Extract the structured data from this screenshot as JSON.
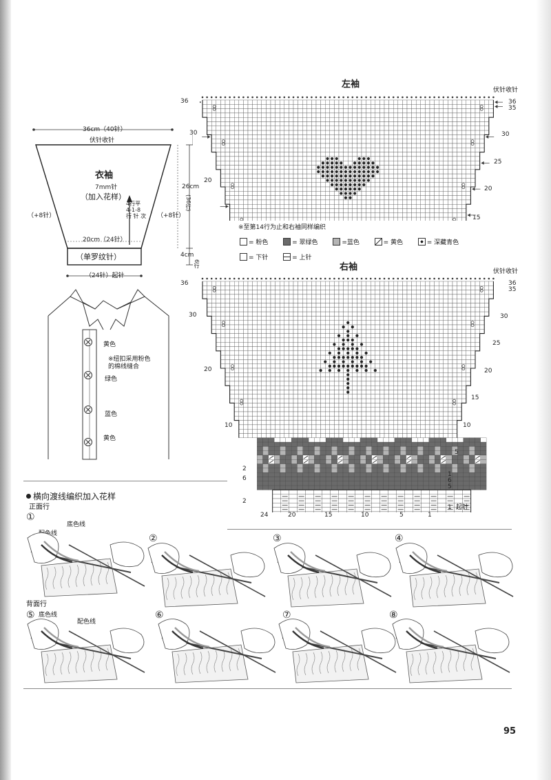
{
  "page": {
    "number": "95"
  },
  "sleeve": {
    "top_width": "36cm（40针）",
    "bind_off": "伏针收针",
    "title": "衣袖",
    "needle": "7mm针",
    "pattern": "（加入花样）",
    "increase_label": "4行平\n4-1-8\n行 针 次",
    "side_left": "（+8针）",
    "side_right": "（+8针）",
    "height_total": "26cm",
    "height_rows": "(36行)",
    "bottom_width": "20cm（24针）",
    "rib_label": "（单罗纹针）",
    "rib_height": "4cm",
    "rib_rows": "6行",
    "cast_on": "（24针）起针"
  },
  "shirt": {
    "buttons": [
      "黄色",
      "绿色",
      "蓝色",
      "黄色"
    ],
    "note": "※纽扣采用粉色\n的棉线缝合"
  },
  "left_chart": {
    "title": "左袖",
    "bind_off": "伏针收针",
    "left_rows": [
      "36",
      "30",
      "20"
    ],
    "right_rows": [
      "36",
      "35",
      "30",
      "25",
      "20",
      "15"
    ],
    "note": "※至第14行为止和右袖同样编织"
  },
  "legend": {
    "items": [
      {
        "symbol": "white",
        "label": "= 粉色"
      },
      {
        "symbol": "dark",
        "label": "= 翠绿色"
      },
      {
        "symbol": "mid",
        "label": "=蓝色"
      },
      {
        "symbol": "slash",
        "label": "= 黄色"
      },
      {
        "symbol": "dot",
        "label": "= 深藏青色"
      },
      {
        "symbol": "white",
        "label": "= 下针"
      },
      {
        "symbol": "dash",
        "label": "= 上针"
      }
    ]
  },
  "right_chart": {
    "title": "右袖",
    "bind_off": "伏针收针",
    "left_rows": [
      "36",
      "30",
      "20",
      "10",
      "2",
      "6",
      "2"
    ],
    "right_rows": [
      "36",
      "35",
      "30",
      "25",
      "20",
      "15",
      "10",
      "5",
      "1",
      "6",
      "5",
      "1"
    ],
    "cast_on": "起针",
    "x_ticks": [
      "24",
      "20",
      "15",
      "10",
      "5",
      "1"
    ]
  },
  "technique": {
    "title": "横向渡线编织加入花样",
    "front_row": "正面行",
    "back_row": "背面行",
    "contrast_yarn": "配色线",
    "base_yarn": "底色线",
    "steps": [
      "①",
      "②",
      "③",
      "④",
      "⑤",
      "⑥",
      "⑦",
      "⑧"
    ]
  }
}
